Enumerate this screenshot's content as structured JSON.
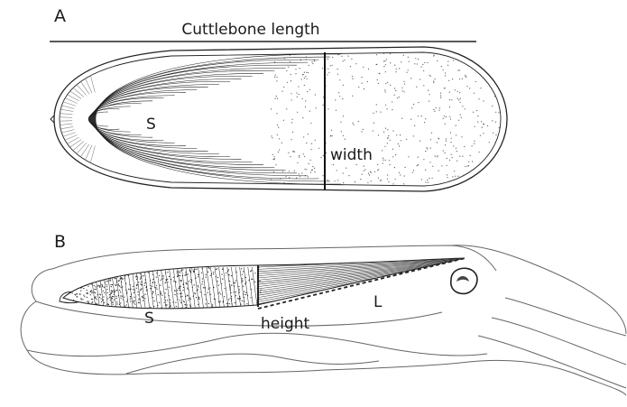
{
  "panels": {
    "a": {
      "letter": "A",
      "length_label": "Cuttlebone length",
      "width_label": "width",
      "s_label": "S"
    },
    "b": {
      "letter": "B",
      "height_label": "height",
      "s_label": "S",
      "l_label": "L"
    }
  },
  "colors": {
    "ink": "#222222",
    "stipple": "#555555",
    "background": "#ffffff"
  }
}
